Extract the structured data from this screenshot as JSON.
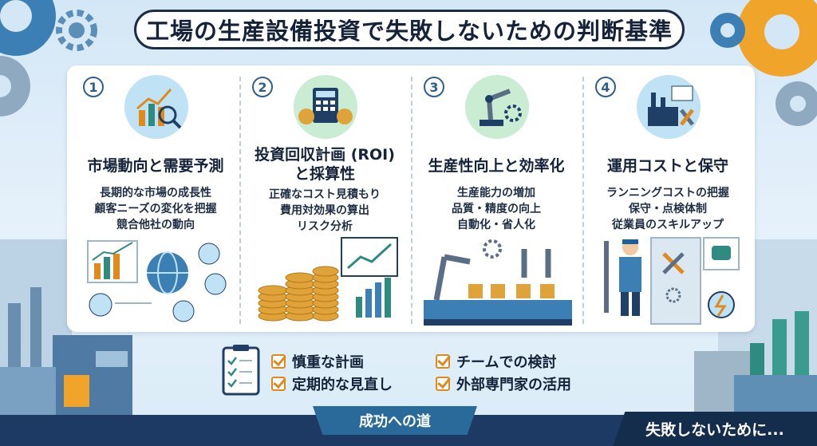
{
  "title": "工場の生産設備投資で失敗しないための判断基準",
  "columns": [
    {
      "number": "1",
      "title_lines": [
        "市場動向と需要予測"
      ],
      "items": [
        "長期的な市場の成長性",
        "顧客ニーズの変化を把握",
        "競合他社の動向"
      ],
      "icon": "market-chart-magnifier-icon"
    },
    {
      "number": "2",
      "title_lines": [
        "投資回収計画 (ROI)",
        "と採算性"
      ],
      "items": [
        "正確なコスト見積もり",
        "費用対効果の算出",
        "リスク分析"
      ],
      "icon": "calculator-money-icon"
    },
    {
      "number": "3",
      "title_lines": [
        "生産性向上と効率化"
      ],
      "items": [
        "生産能力の増加",
        "品質・精度の向上",
        "自動化・省人化"
      ],
      "icon": "robot-arm-icon"
    },
    {
      "number": "4",
      "title_lines": [
        "運用コストと保守"
      ],
      "items": [
        "ランニングコストの把握",
        "保守・点検体制",
        "従業員のスキルアップ"
      ],
      "icon": "factory-tools-icon"
    }
  ],
  "checklist": [
    "慎重な計画",
    "チームでの検討",
    "定期的な見直し",
    "外部専門家の活用"
  ],
  "success_banner": "成功への道",
  "bottom_right_text": "失敗しないために...",
  "colors": {
    "navy": "#14223a",
    "accent_orange": "#e08a1e",
    "icon_bg_blue": "#bfe3f5",
    "icon_bg_green": "#c9ecd3",
    "banner_blue": "#2a6a9a"
  }
}
